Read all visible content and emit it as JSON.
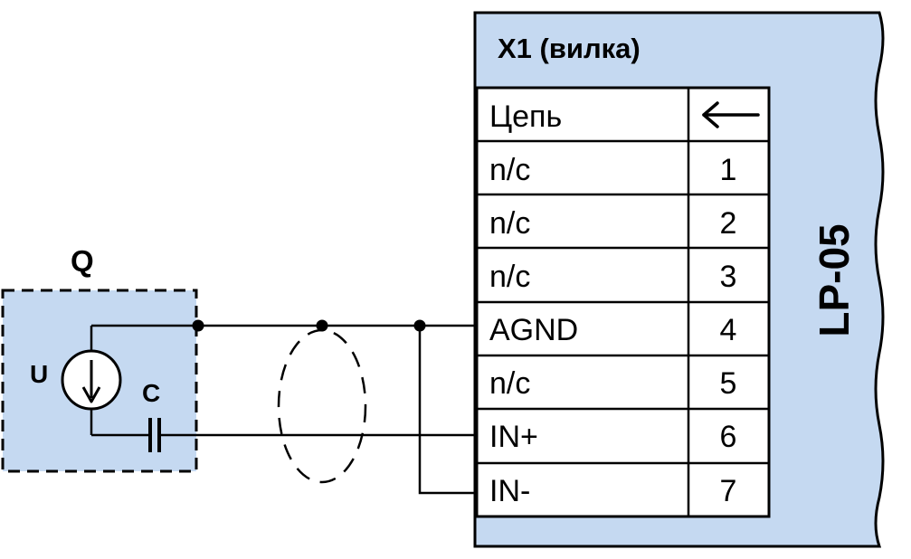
{
  "colors": {
    "panel_fill": "#c5d9f1",
    "line": "#000000",
    "background": "#ffffff"
  },
  "connector": {
    "title": "X1 (вилка)",
    "device_label": "LP-05",
    "header": {
      "circuit": "Цепь",
      "pin_icon": "arrow-left-icon"
    },
    "pins": [
      {
        "signal": "n/c",
        "number": "1"
      },
      {
        "signal": "n/c",
        "number": "2"
      },
      {
        "signal": "n/c",
        "number": "3"
      },
      {
        "signal": "AGND",
        "number": "4"
      },
      {
        "signal": "n/c",
        "number": "5"
      },
      {
        "signal": "IN+",
        "number": "6"
      },
      {
        "signal": "IN-",
        "number": "7"
      }
    ]
  },
  "source": {
    "label": "Q",
    "voltage_label": "U",
    "capacitor_label": "C"
  }
}
